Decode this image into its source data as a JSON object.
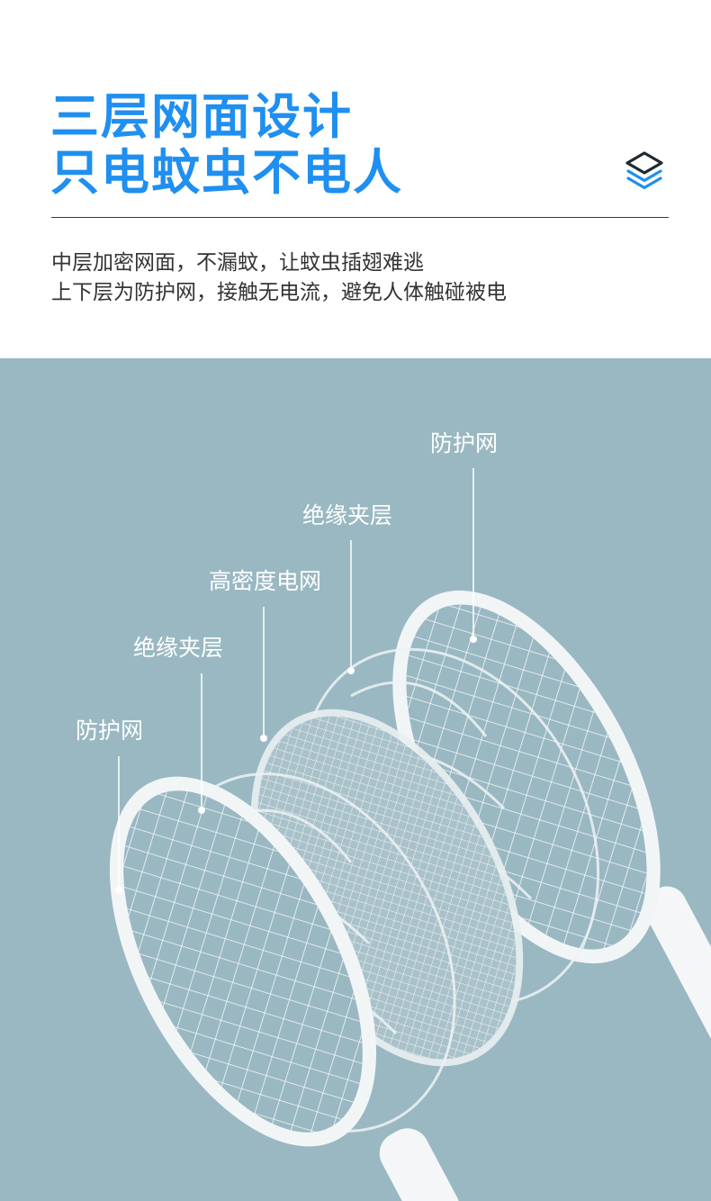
{
  "header": {
    "title_line1": "三层网面设计",
    "title_line2": "只电蚊虫不电人",
    "desc_line1": "中层加密网面，不漏蚊，让蚊虫插翅难逃",
    "desc_line2": "上下层为防护网，接触无电流，避免人体触碰被电",
    "accent_color": "#1f8ff0",
    "icon": "layers-icon"
  },
  "diagram": {
    "background_color": "#9ab8c2",
    "labels": [
      {
        "id": "top-protective-net",
        "text": "防护网"
      },
      {
        "id": "top-insulation-layer",
        "text": "绝缘夹层"
      },
      {
        "id": "high-density-grid",
        "text": "高密度电网"
      },
      {
        "id": "bottom-insulation-layer",
        "text": "绝缘夹层"
      },
      {
        "id": "bottom-protective-net",
        "text": "防护网"
      }
    ]
  }
}
